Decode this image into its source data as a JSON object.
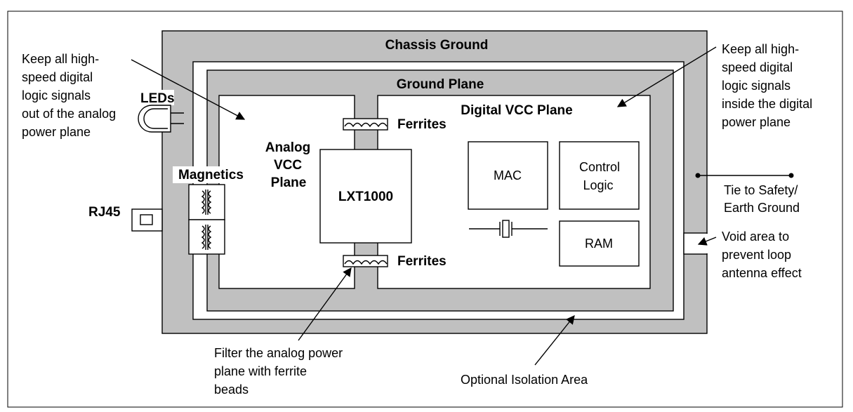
{
  "labels": {
    "chassis_ground": "Chassis Ground",
    "ground_plane": "Ground Plane",
    "digital_vcc_plane": "Digital VCC Plane",
    "analog_vcc_plane": [
      "Analog",
      "VCC",
      "Plane"
    ],
    "lxt1000": "LXT1000",
    "ferrites_top": "Ferrites",
    "ferrites_bottom": "Ferrites",
    "mac": "MAC",
    "control_logic": [
      "Control",
      "Logic"
    ],
    "ram": "RAM",
    "leds": "LEDs",
    "magnetics": "Magnetics",
    "rj45": "RJ45"
  },
  "notes": {
    "left_top": [
      "Keep all high-",
      "speed digital",
      "logic signals",
      "out of the analog",
      "power plane"
    ],
    "right_top": [
      "Keep all high-",
      "speed digital",
      "logic signals",
      "inside the digital",
      "power plane"
    ],
    "tie_ground": [
      "Tie to Safety/",
      "Earth Ground"
    ],
    "void_area": [
      "Void area to",
      "prevent loop",
      "antenna effect"
    ],
    "ferrite_filter": [
      "Filter the analog power",
      "plane with ferrite",
      "beads"
    ],
    "isolation": "Optional Isolation Area"
  },
  "colors": {
    "gray_fill": "#c0c0c0",
    "line": "#000000",
    "background": "#ffffff"
  }
}
